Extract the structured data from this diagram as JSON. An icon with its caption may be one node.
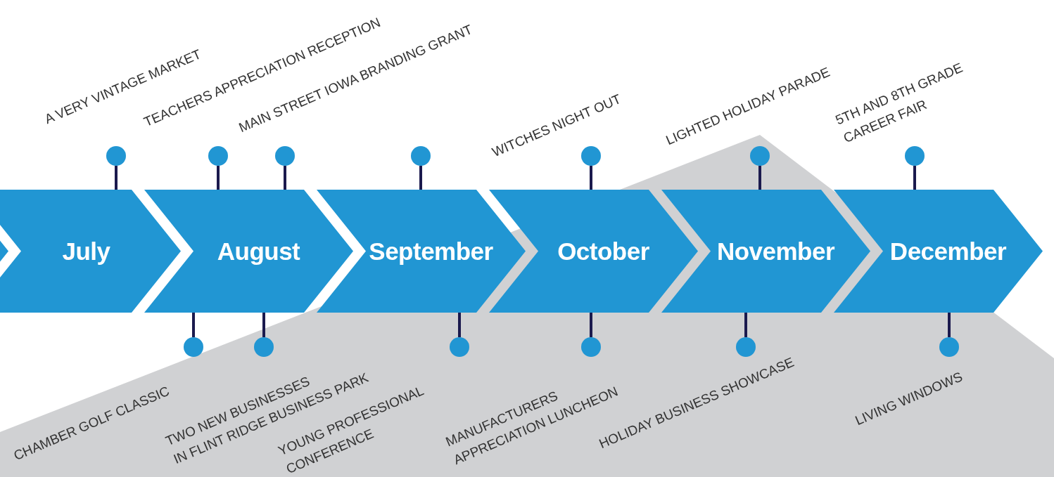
{
  "diagram": {
    "nodes": [
      {
        "text": [],
        "shape": "chevron"
      },
      {
        "text": [
          "July"
        ]
      },
      {
        "text": [
          "August"
        ]
      },
      {
        "text": [
          "September"
        ]
      },
      {
        "text": [
          "October"
        ]
      },
      {
        "text": [
          "November"
        ]
      },
      {
        "text": [
          "December"
        ]
      },
      {
        "text": [],
        "shape": "circle",
        "beside": [
          "A VERY VINTAGE MARKET"
        ]
      },
      {
        "text": [],
        "shape": "circle",
        "beside": [
          "CHAMBER GOLF CLASSIC"
        ]
      },
      {
        "text": [],
        "shape": "circle",
        "beside": [
          "TEACHERS APPRECIATION RECEPTION"
        ]
      },
      {
        "text": [],
        "shape": "circle",
        "beside": [
          "TWO NEW BUSINESSES IN FLINT RIDGE BUSINESS PARK"
        ]
      },
      {
        "text": [],
        "shape": "circle",
        "beside": [
          "MAIN STREET IOWA BRANDING GRANT"
        ]
      },
      {
        "text": [],
        "shape": "circle"
      },
      {
        "text": [],
        "shape": "circle",
        "beside": [
          "YOUNG PROFESSIONAL CONFERENCE"
        ]
      },
      {
        "text": [],
        "shape": "circle",
        "beside": [
          "WITCHES NIGHT OUT"
        ]
      },
      {
        "text": [],
        "shape": "circle",
        "beside": [
          "MANUFACTURERS APPRECIATION LUNCHEON"
        ]
      },
      {
        "text": [],
        "shape": "circle",
        "beside": [
          "HOLIDAY BUSINESS SHOWCASE"
        ]
      },
      {
        "text": [],
        "shape": "circle",
        "beside": [
          "LIGHTED HOLIDAY PARADE"
        ]
      },
      {
        "text": [],
        "shape": "circle",
        "beside": [
          "5TH AND 8TH GRADE CAREER FAIR"
        ]
      },
      {
        "text": [],
        "shape": "circle",
        "beside": [
          "LIVING WINDOWS"
        ]
      }
    ],
    "edges": [
      {
        "from": 7,
        "to": 1,
        "arrow": "none"
      },
      {
        "from": 8,
        "to": 2,
        "arrow": "none"
      },
      {
        "from": 9,
        "to": 2,
        "arrow": "none"
      },
      {
        "from": 10,
        "to": 2,
        "arrow": "none"
      },
      {
        "from": 11,
        "to": 2,
        "arrow": "none"
      },
      {
        "from": 12,
        "to": 3,
        "arrow": "none"
      },
      {
        "from": 13,
        "to": 3,
        "arrow": "none"
      },
      {
        "from": 14,
        "to": 4,
        "arrow": "none"
      },
      {
        "from": 15,
        "to": 4,
        "arrow": "none"
      },
      {
        "from": 16,
        "to": 5,
        "arrow": "none"
      },
      {
        "from": 17,
        "to": 5,
        "arrow": "none"
      },
      {
        "from": 18,
        "to": 6,
        "arrow": "none"
      },
      {
        "from": 19,
        "to": 6,
        "arrow": "none"
      }
    ]
  }
}
